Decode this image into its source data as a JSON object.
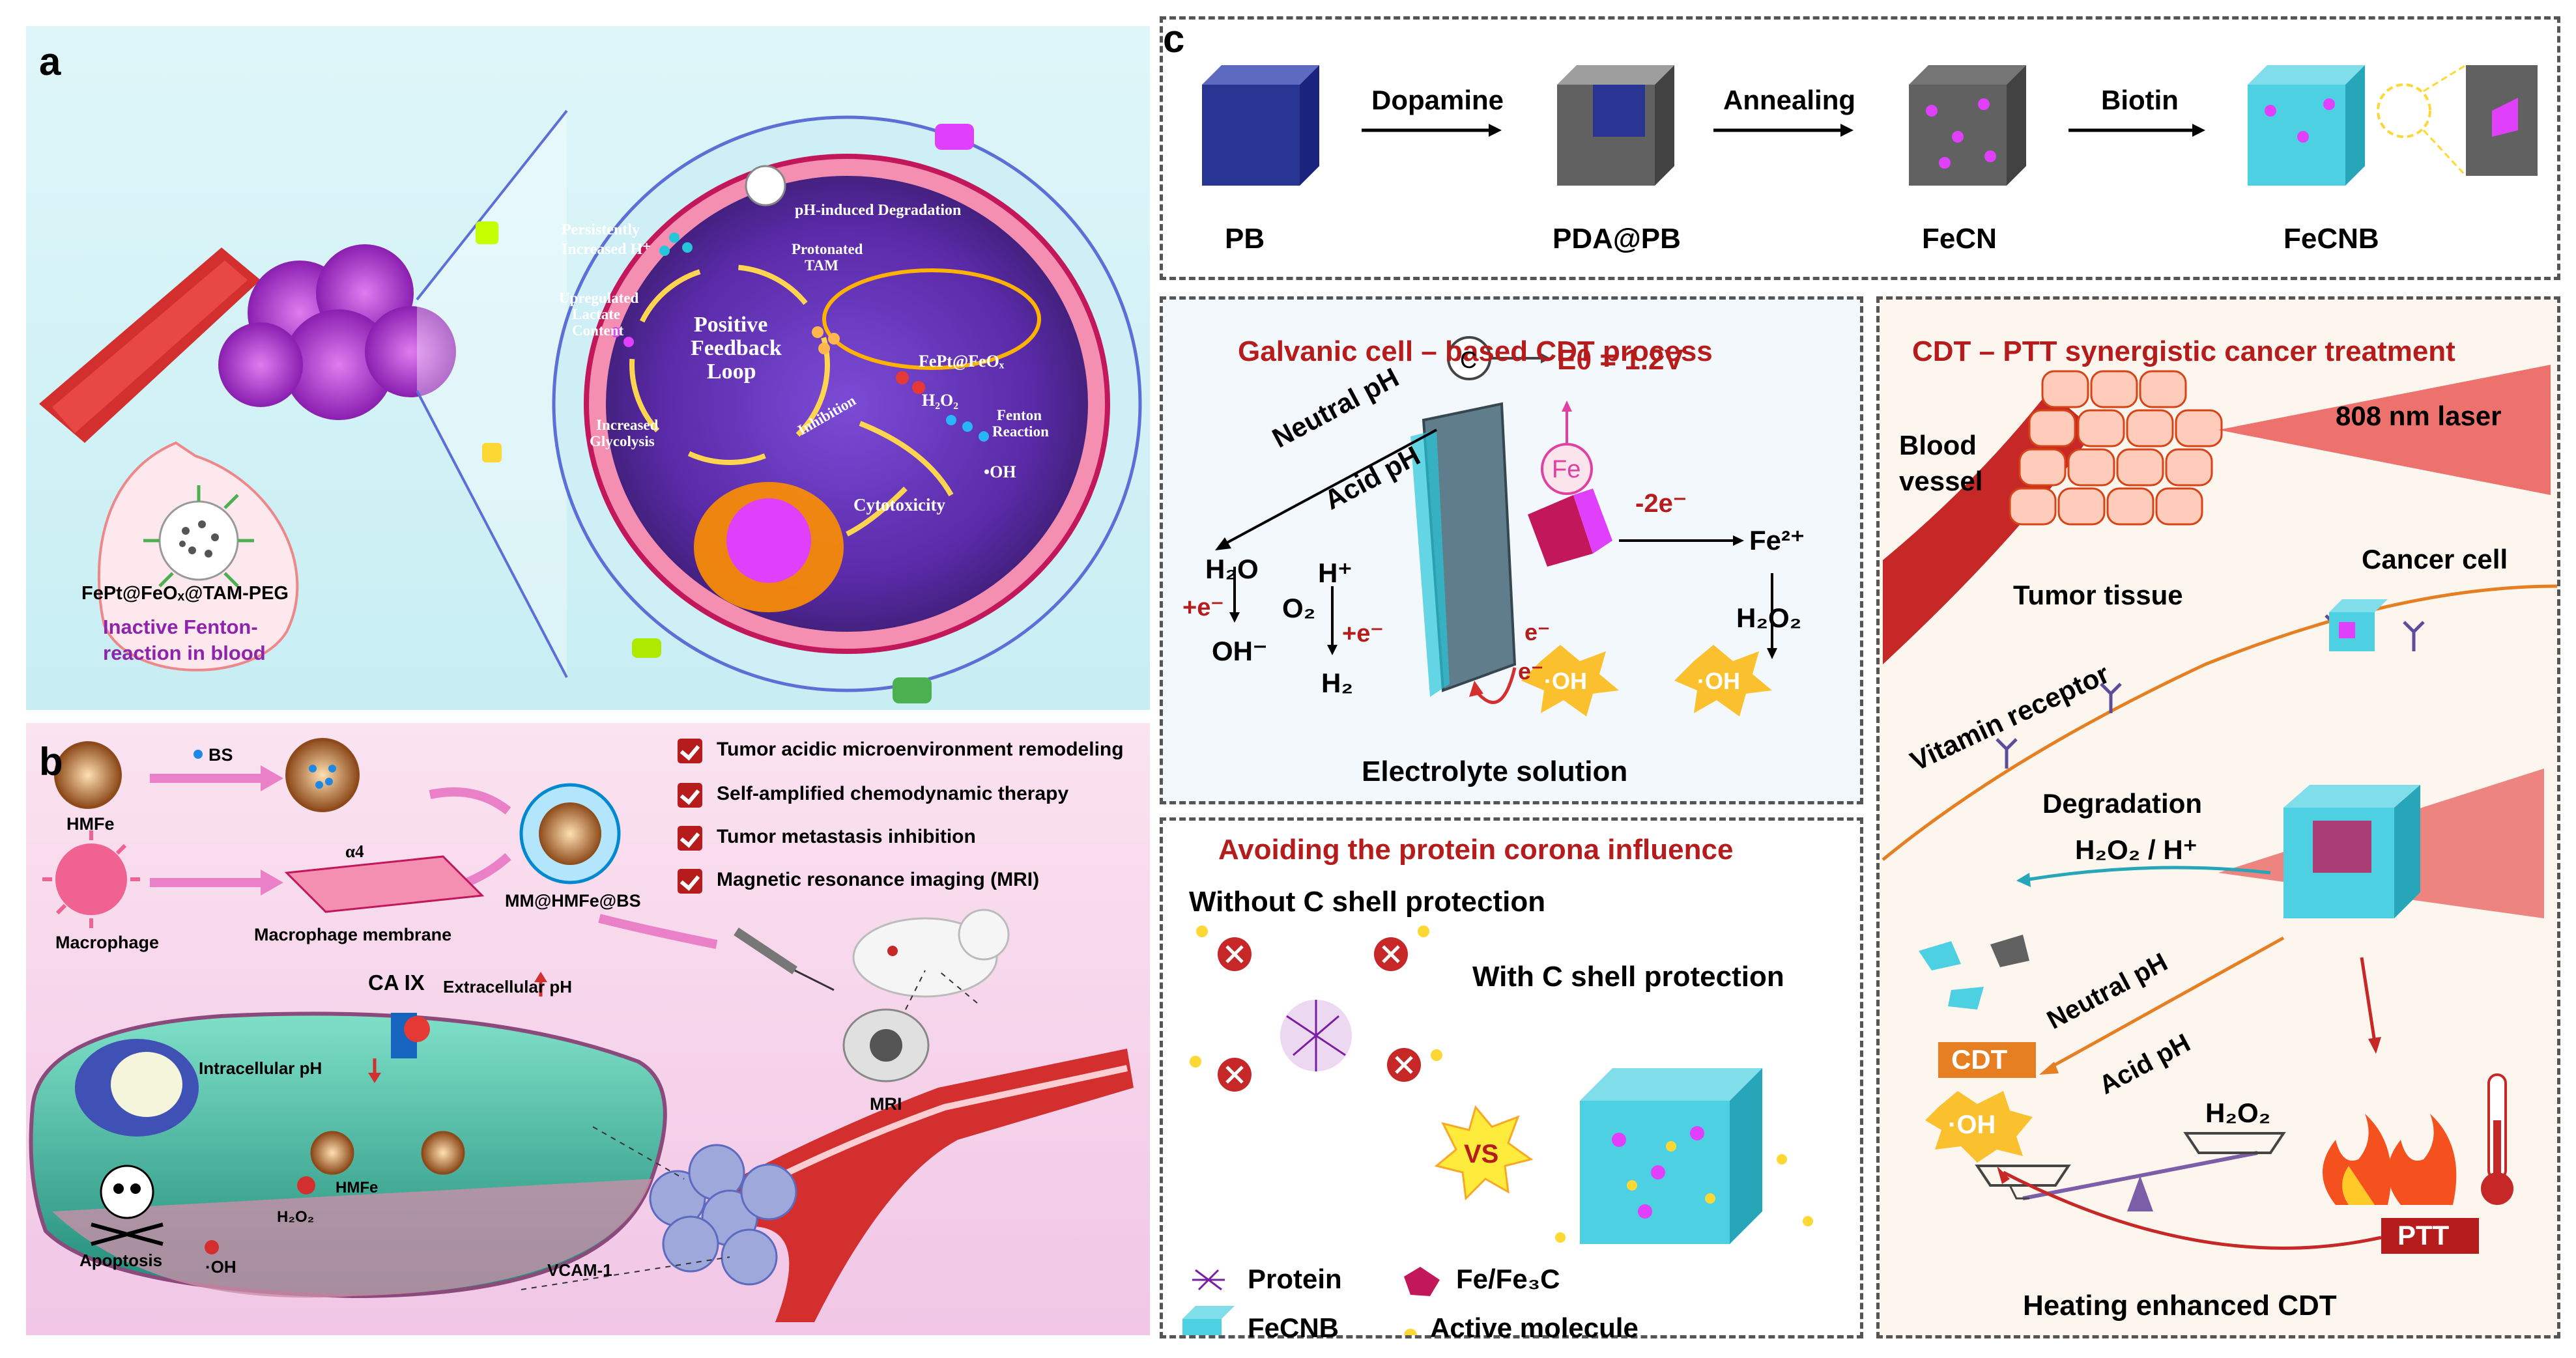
{
  "panel_a": {
    "letter": "a",
    "nanoparticle_label": "FePt@FeOₓ@TAM-PEG",
    "inactive_text_1": "Inactive Fenton-",
    "inactive_text_2": "reaction in blood",
    "cell_labels": {
      "persistently_1": "Persistently",
      "persistently_2": "Increased H⁺",
      "ph_degradation": "pH-induced Degradation",
      "protonated_1": "Protonated",
      "protonated_2": "TAM",
      "upregulated_1": "Upregulated",
      "upregulated_2": "Lactate",
      "upregulated_3": "Content",
      "positive_1": "Positive",
      "positive_2": "Feedback",
      "positive_3": "Loop",
      "fept": "FePt@FeOₓ",
      "h2o2": "H₂O₂",
      "fenton_1": "Fenton",
      "fenton_2": "Reaction",
      "increased_1": "Increased",
      "increased_2": "Glycolysis",
      "inhibition": "Inhibition",
      "oh": "•OH",
      "cytotoxicity": "Cytotoxicity"
    }
  },
  "panel_b": {
    "letter": "b",
    "hmfe": "HMFe",
    "bs": "BS",
    "macrophage": "Macrophage",
    "alpha4": "α4",
    "membrane": "Macrophage membrane",
    "mm_hmfe_bs": "MM@HMFe@BS",
    "bullets": [
      "Tumor acidic microenvironment remodeling",
      "Self-amplified chemodynamic therapy",
      "Tumor metastasis inhibition",
      "Magnetic resonance imaging (MRI)"
    ],
    "ca_ix": "CA IX",
    "extracellular": "Extracellular pH",
    "intracellular": "Intracellular pH",
    "hmfe_inner": "HMFe",
    "h2o2": "H₂O₂",
    "apoptosis": "Apoptosis",
    "oh": "·OH",
    "vcam": "VCAM-1",
    "mri": "MRI",
    "colors": {
      "check": "#b71c1c",
      "arrow": "#ea80c8"
    }
  },
  "panel_c": {
    "letter": "c",
    "steps": [
      "PB",
      "PDA@PB",
      "FeCN",
      "FeCNB"
    ],
    "arrows": [
      "Dopamine",
      "Annealing",
      "Biotin"
    ],
    "galvanic": {
      "title": "Galvanic cell – based CDT process",
      "c": "C",
      "potential": "Eθ = 1.2V",
      "neutral": "Neutral pH",
      "acid": "Acid pH",
      "fe": "Fe",
      "minus2e": "-2e⁻",
      "fe2": "Fe²⁺",
      "h2o": "H₂O",
      "o2": "O₂",
      "plus_e1": "+e⁻",
      "hplus": "H⁺",
      "ohminus": "OH⁻",
      "plus_e2": "+e⁻",
      "h2": "H₂",
      "eminus1": "e⁻",
      "eminus2": "e⁻",
      "h2o2": "H₂O₂",
      "oh1": "·OH",
      "oh2": "·OH",
      "electrolyte": "Electrolyte solution"
    },
    "corona": {
      "title": "Avoiding the protein corona influence",
      "without": "Without C shell protection",
      "with": "With C shell protection",
      "vs": "VS",
      "legend": {
        "protein": "Protein",
        "fe": "Fe/Fe₃C",
        "fecnb": "FeCNB",
        "active": "Active molecule"
      }
    },
    "synergy": {
      "title": "CDT – PTT synergistic cancer treatment",
      "blood_1": "Blood",
      "blood_2": "vessel",
      "laser": "808 nm laser",
      "tumor": "Tumor tissue",
      "cancer": "Cancer cell",
      "vitamin": "Vitamin receptor",
      "degradation": "Degradation",
      "h2o2_h": "H₂O₂ / H⁺",
      "neutral": "Neutral pH",
      "acid": "Acid pH",
      "cdt": "CDT",
      "oh": "·OH",
      "h2o2": "H₂O₂",
      "ptt": "PTT",
      "heating": "Heating enhanced CDT"
    }
  }
}
